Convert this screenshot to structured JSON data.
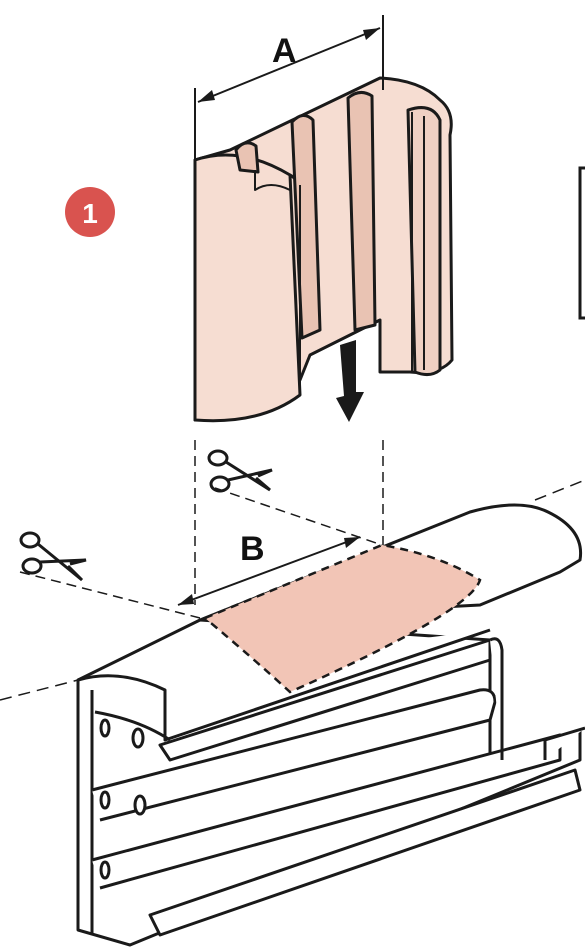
{
  "step": {
    "number": "1"
  },
  "dimensions": {
    "a": "A",
    "b": "B"
  },
  "colors": {
    "background": "#ffffff",
    "outline": "#1a1a1a",
    "part_fill": "#f6ddd2",
    "part_shade": "#e9c3b3",
    "cut_zone": "#f2c5b6",
    "step_badge": "#d9534f"
  },
  "icons": [
    "scissors-icon",
    "scissors-icon",
    "down-arrow-icon",
    "step-badge-icon"
  ]
}
